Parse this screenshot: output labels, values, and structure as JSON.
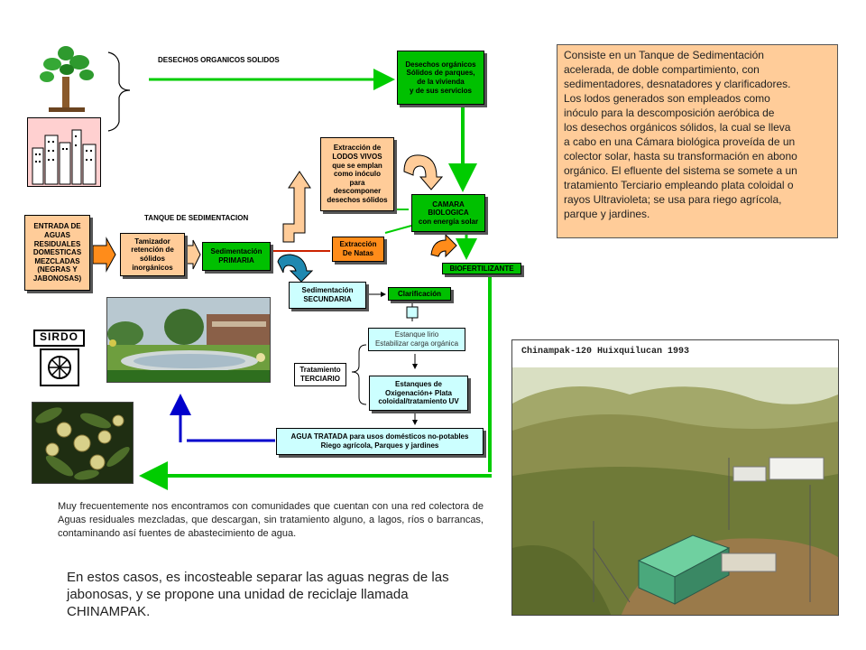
{
  "diagram": {
    "section_solid": "DESECHOS ORGANICOS SOLIDOS",
    "section_tank": "TANQUE DE SEDIMENTACION",
    "box_desechos": "Desechos orgánicos\nSólidos de parques,\nde la vivienda\ny de sus servicios",
    "box_entrada": "ENTRADA DE\nAGUAS\nRESIDUALES\nDOMESTICAS\nMEZCLADAS\n(NEGRAS Y\nJABONOSAS)",
    "box_tamizador": "Tamizador\nretención de\nsólidos\ninorgánicos",
    "box_primaria": "Sedimentación\nPRIMARIA",
    "box_lodos": "Extracción de\nLODOS VIVOS\nque se emplan\ncomo inóculo\npara\ndescomponer\ndesechos sólidos",
    "box_camara": "CAMARA\nBIOLOGICA\ncon energía solar",
    "box_natas": "Extracción\nDe Natas",
    "box_biofertilizante": "BIOFERTILIZANTE",
    "box_secundaria": "Sedimentación\nSECUNDARIA",
    "box_clarificacion": "Clarificación",
    "box_lirio": "Estanque lirio\nEstabilizar carga orgánica",
    "box_terciario": "Tratamiento\nTERCIARIO",
    "box_oxigenacion": "Estanques de\nOxigenación+ Plata\ncoloidal/tratamiento UV",
    "box_agua": "AGUA TRATADA para usos domésticos no-potables\nRiego agrícola, Parques y jardines",
    "logo_text": "SIRDO"
  },
  "description_lines": [
    "Consiste en un Tanque de Sedimentación",
    "acelerada, de doble compartimiento, con",
    "sedimentadores, desnatadores y clarificadores.",
    "Los lodos generados son empleados como",
    "inóculo para la descomposición aeróbica de",
    "los desechos orgánicos sólidos, la cual se lleva",
    "a cabo en una Cámara biológica proveída de un",
    "colector solar, hasta su transformación en abono",
    "orgánico.  El efluente del sistema se somete a un",
    "tratamiento Terciario empleando plata coloidal o",
    "rayos Ultravioleta;  se usa para riego agrícola,",
    "parque y jardines."
  ],
  "photo_caption": "Chinampak-120 Huixquilucan 1993",
  "paragraph1": "Muy frecuentemente nos encontramos con comunidades que cuentan con una red colectora de Aguas residuales mezcladas, que descargan, sin tratamiento alguno,  a lagos, ríos o barrancas, contaminando así fuentes de abastecimiento de agua.",
  "paragraph2": "En estos casos, es incosteable separar las aguas negras de las jabonosas, y se propone una unidad de reciclaje llamada CHINAMPAK.",
  "colors": {
    "flow_green": "#00cc00",
    "flow_blue": "#0000cc",
    "peach": "#ffcc99",
    "cyan": "#ccffff",
    "orange": "#ff8c1a",
    "box_green": "#00c000"
  },
  "icons": [
    "tree-icon",
    "city-buildings-icon",
    "curved-arrow-icon",
    "sirdo-logo-icon",
    "fruit-plant-image",
    "fountain-garden-image",
    "chinampak-site-photo"
  ]
}
